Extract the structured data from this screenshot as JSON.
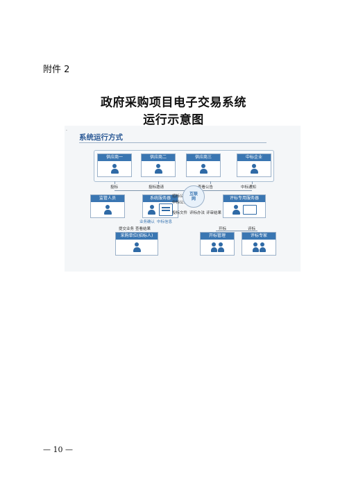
{
  "attachment": "附件 2",
  "title_line1": "政府采购项目电子交易系统",
  "title_line2": "运行示意图",
  "diagram": {
    "heading": "系统运行方式",
    "dot": "·",
    "suppliers": [
      "供应商一",
      "供应商二",
      "供应商三",
      "中标企业"
    ],
    "supervisor": "监管人员",
    "system_server": "系统服务器",
    "globe": "互联网",
    "eval_server": "评标专用服务器",
    "purchaser": "采购单位(招标人)",
    "open_mgmt": "开标管理",
    "eval_expert": "评标专家",
    "labels": {
      "bid": "投标",
      "bid_invite": "投标邀请",
      "view_notice": "查看公告",
      "win_notice": "中标通知",
      "tender_notice": "招标公告",
      "win_publicity": "中标公示",
      "bid_docs": "投标文件",
      "eval_method": "评标办法",
      "eval_result": "评审结果",
      "submit_business": "提交业务",
      "view_result": "查看结果",
      "confirm_business": "业务确认",
      "win_info": "中标信息",
      "open_bid": "开标",
      "evaluate": "评标"
    }
  },
  "page_number": "— 10 —"
}
